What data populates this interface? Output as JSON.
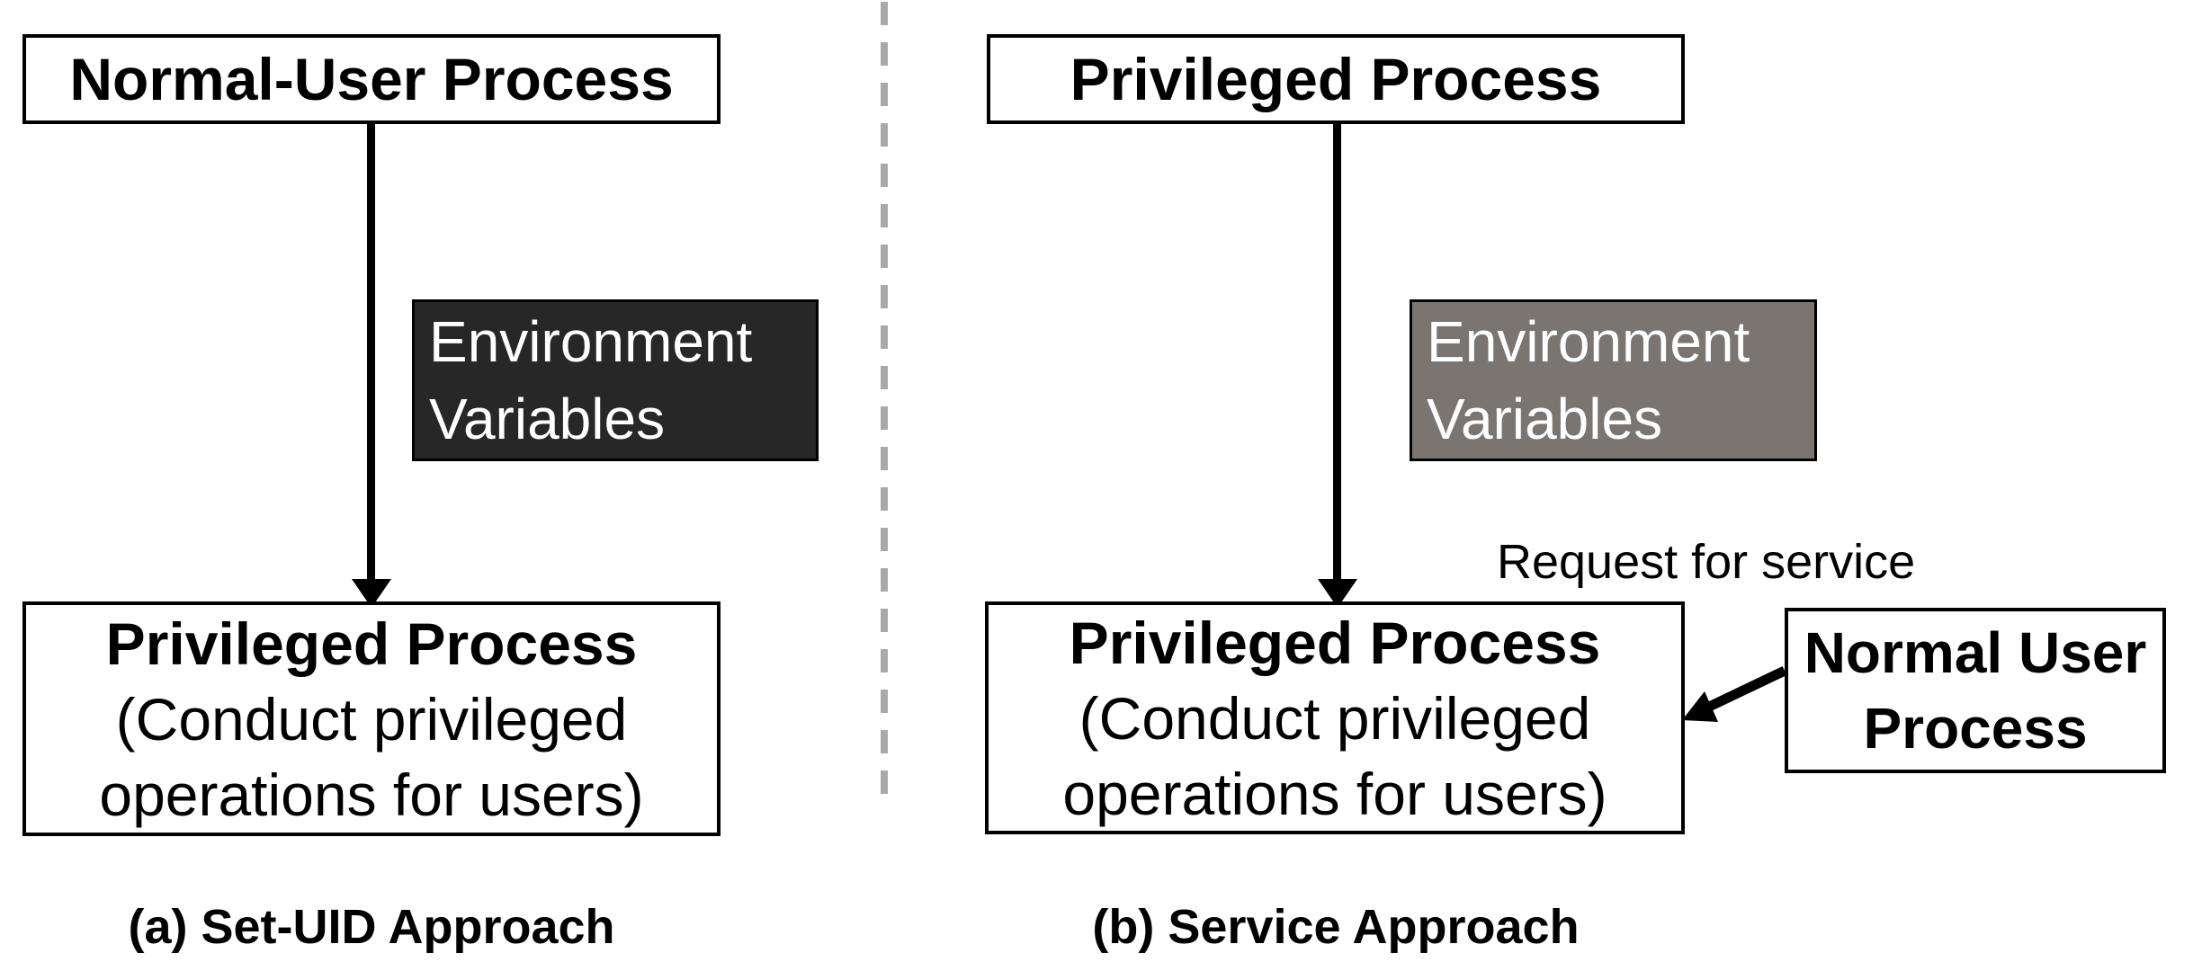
{
  "figure": {
    "description": "Two-panel diagram comparing how environment variables reach a privileged process"
  },
  "panel_a": {
    "top_box": "Normal-User Process",
    "env_box": {
      "line1": "Environment",
      "line2": "Variables"
    },
    "bottom_box": {
      "line1": "Privileged Process",
      "line2": "(Conduct privileged",
      "line3": "operations for users)"
    },
    "caption": "(a) Set-UID Approach"
  },
  "panel_b": {
    "top_box": "Privileged Process",
    "env_box": {
      "line1": "Environment",
      "line2": "Variables"
    },
    "request_label": "Request for service",
    "bottom_box": {
      "line1": "Privileged Process",
      "line2": "(Conduct privileged",
      "line3": "operations for users)"
    },
    "normal_user_box": {
      "line1": "Normal User",
      "line2": "Process"
    },
    "caption": "(b) Service Approach"
  },
  "colors": {
    "background": "#ffffff",
    "box_bg": "#ffffff",
    "line": "#000000",
    "text": "#000000",
    "env_dark": "#272727",
    "env_gray": "#7a7570",
    "divider": "#a9a9a9",
    "env_text": "#ffffff"
  }
}
